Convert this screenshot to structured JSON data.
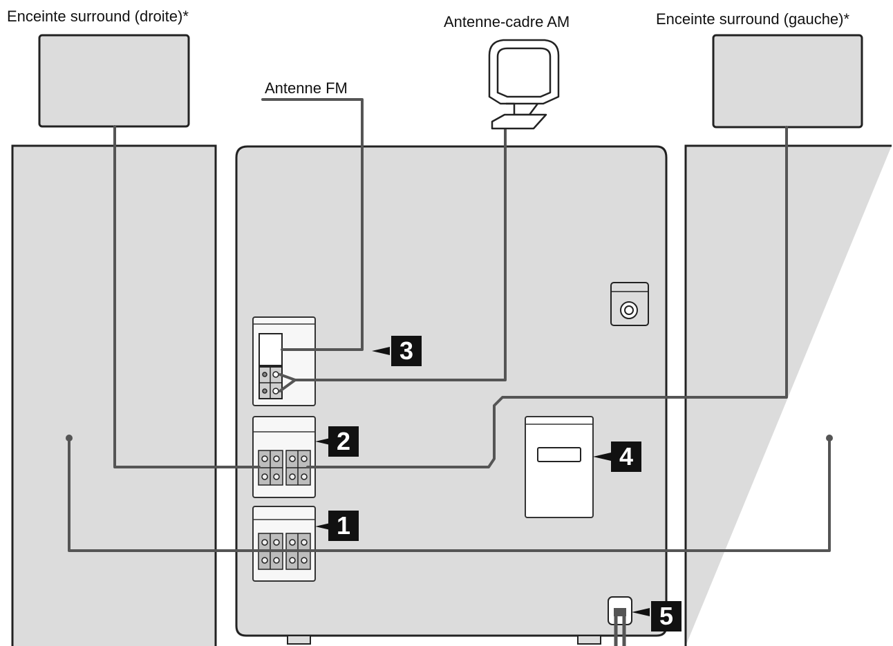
{
  "labels": {
    "surround_right": "Enceinte surround (droite)*",
    "am_antenna": "Antenne-cadre AM",
    "surround_left": "Enceinte surround (gauche)*",
    "fm_antenna": "Antenne FM"
  },
  "callouts": [
    "3",
    "2",
    "4",
    "1",
    "5"
  ],
  "colors": {
    "panel_fill": "#dcdcdc",
    "outline": "#222222",
    "wire": "#555555",
    "badge": "#111111"
  }
}
